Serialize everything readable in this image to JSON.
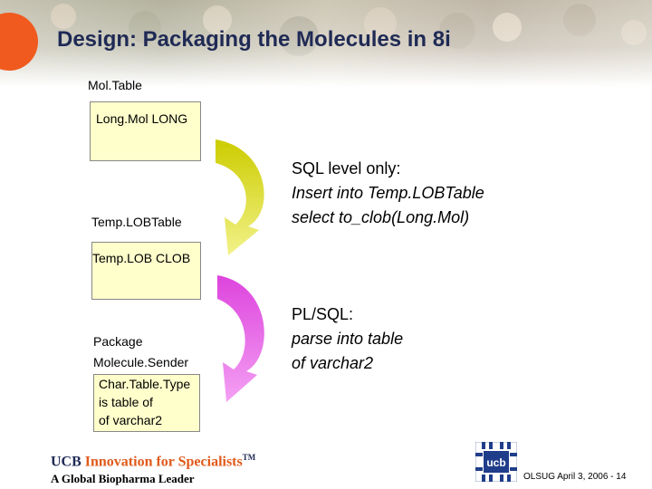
{
  "slide": {
    "title": "Design: Packaging the Molecules in 8i"
  },
  "diagram": {
    "moltable_label": "Mol.Table",
    "longmol_label": "Long.Mol LONG",
    "temp_table_label": "Temp.LOBTable",
    "temp_lob_label": "Temp.LOB CLOB",
    "package_label": "Package",
    "sender_label": "Molecule.Sender",
    "chartable_line1": "Char.Table.Type",
    "chartable_line2": "is table of",
    "chartable_line3": "of varchar2",
    "arrow1_color": "#cccc00",
    "arrow2_color": "#dd44dd"
  },
  "notes": {
    "sql_heading": "SQL level only:",
    "sql_line1": "Insert into Temp.LOBTable",
    "sql_line2": "select to_clob(Long.Mol)",
    "plsql_heading": "PL/SQL:",
    "plsql_line1": "parse into table",
    "plsql_line2": "of varchar2"
  },
  "footer": {
    "brand_prefix": "UCB",
    "brand_accent": "Innovation for Specialists",
    "brand_tm": "TM",
    "tagline": "A Global Biopharma Leader",
    "logo_text": "ucb",
    "slide_ref": "OLSUG April 3, 2006 - 14"
  },
  "colors": {
    "title": "#1f2a55",
    "accent": "#e05a1b",
    "box_fill": "#ffffcc"
  }
}
